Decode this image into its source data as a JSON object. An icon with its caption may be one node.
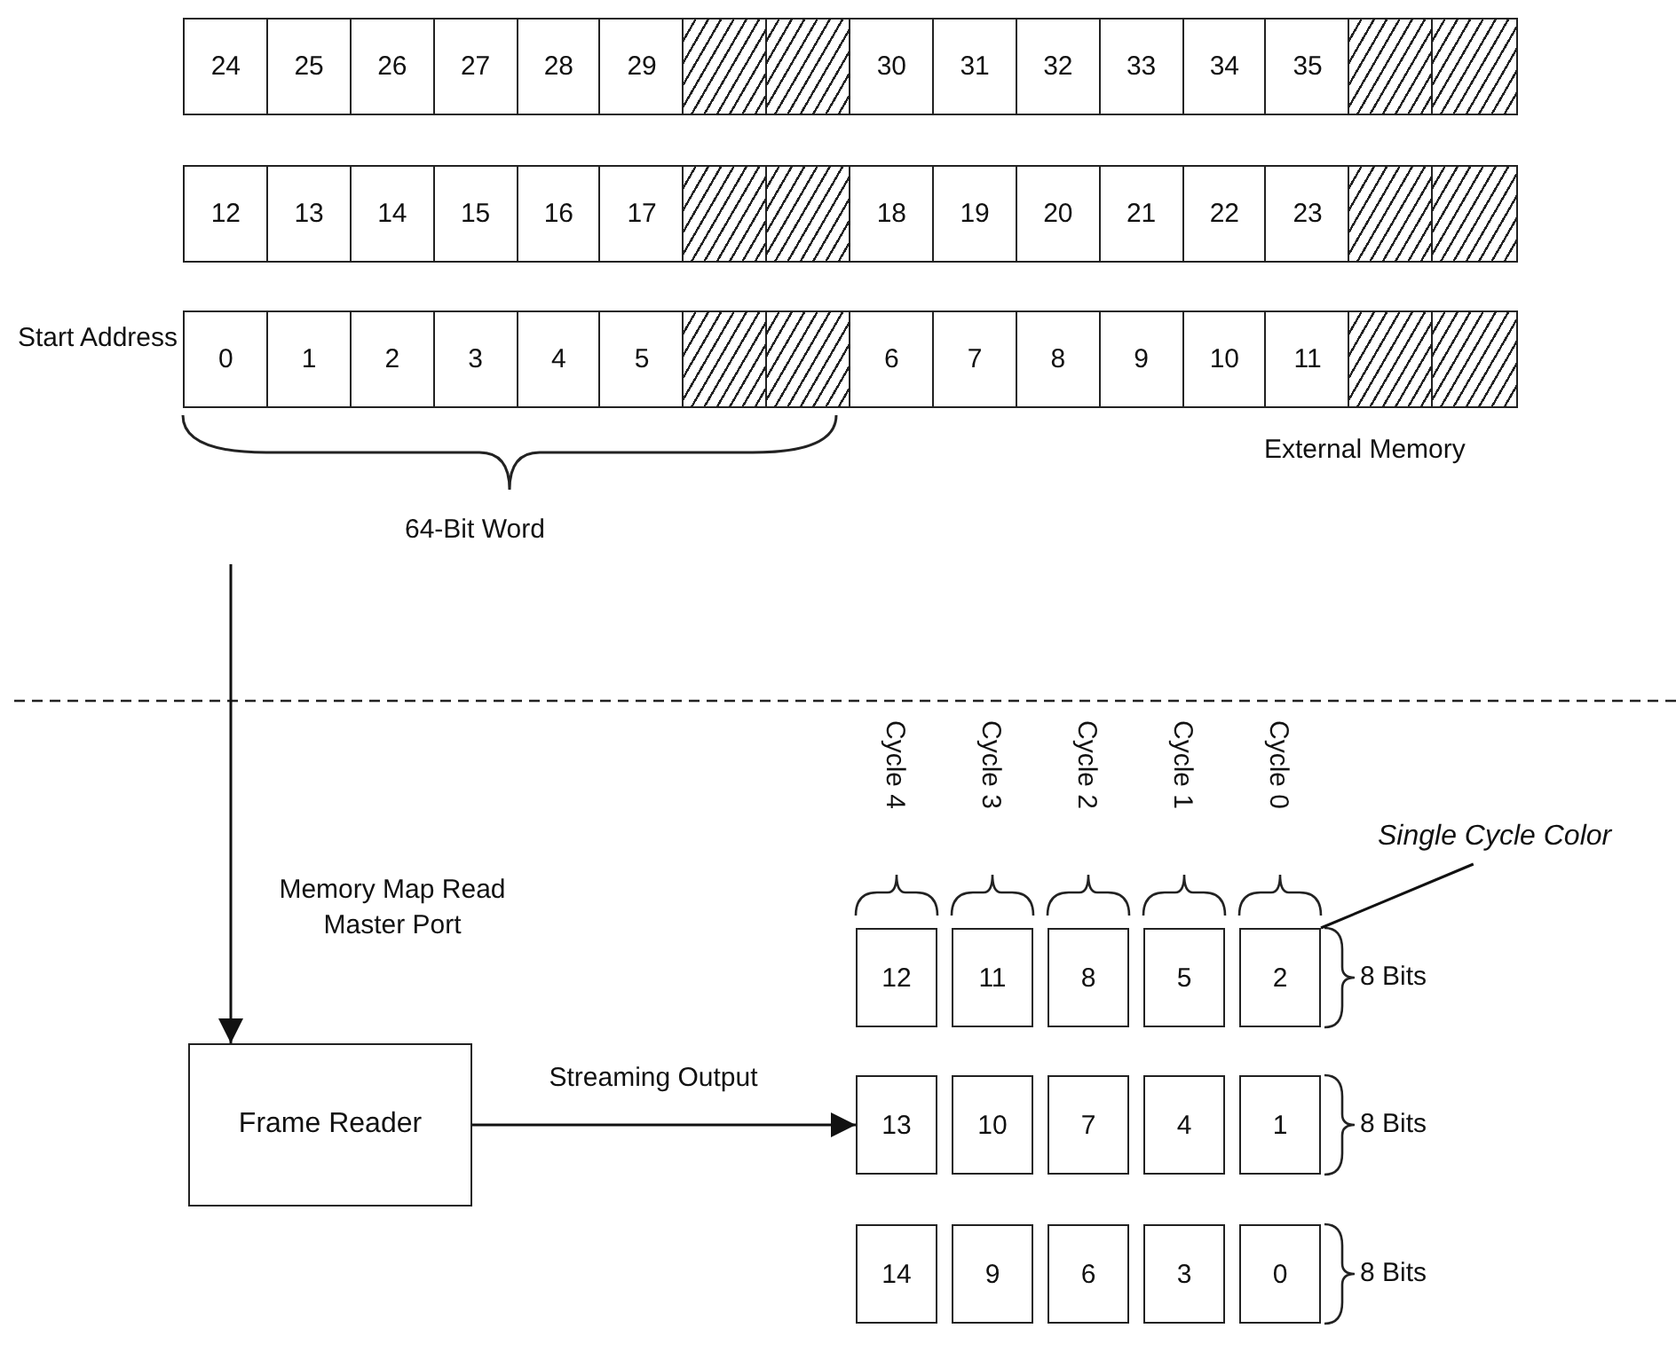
{
  "diagram": {
    "nodes": [
      {
        "text": [
          "24"
        ]
      },
      {
        "text": [
          "25"
        ]
      },
      {
        "text": [
          "26"
        ]
      },
      {
        "text": [
          "27"
        ]
      },
      {
        "text": [
          "28"
        ]
      },
      {
        "text": [
          "29"
        ]
      },
      {
        "text": [],
        "shape": "box"
      },
      {
        "text": [],
        "shape": "box"
      },
      {
        "text": [
          "30"
        ]
      },
      {
        "text": [
          "31"
        ]
      },
      {
        "text": [
          "32"
        ]
      },
      {
        "text": [
          "33"
        ]
      },
      {
        "text": [
          "34"
        ]
      },
      {
        "text": [
          "35"
        ]
      },
      {
        "text": [],
        "shape": "box"
      },
      {
        "text": [],
        "shape": "box"
      },
      {
        "text": [
          "12"
        ]
      },
      {
        "text": [
          "13"
        ]
      },
      {
        "text": [
          "14"
        ]
      },
      {
        "text": [
          "15"
        ]
      },
      {
        "text": [
          "16"
        ]
      },
      {
        "text": [
          "17"
        ]
      },
      {
        "text": [],
        "shape": "box"
      },
      {
        "text": [],
        "shape": "box"
      },
      {
        "text": [
          "18"
        ]
      },
      {
        "text": [
          "19"
        ]
      },
      {
        "text": [
          "20"
        ]
      },
      {
        "text": [
          "21"
        ]
      },
      {
        "text": [
          "22"
        ]
      },
      {
        "text": [
          "23"
        ]
      },
      {
        "text": [],
        "shape": "box"
      },
      {
        "text": [],
        "shape": "box"
      },
      {
        "text": [
          "0"
        ]
      },
      {
        "text": [
          "1"
        ]
      },
      {
        "text": [
          "2"
        ]
      },
      {
        "text": [
          "3"
        ]
      },
      {
        "text": [
          "4"
        ]
      },
      {
        "text": [
          "5"
        ]
      },
      {
        "text": [],
        "shape": "box"
      },
      {
        "text": [],
        "shape": "box"
      },
      {
        "text": [
          "6"
        ]
      },
      {
        "text": [
          "7"
        ]
      },
      {
        "text": [
          "8"
        ]
      },
      {
        "text": [
          "9"
        ]
      },
      {
        "text": [
          "10"
        ]
      },
      {
        "text": [
          "11"
        ]
      },
      {
        "text": [],
        "shape": "box"
      },
      {
        "text": [],
        "shape": "box"
      },
      {
        "text": [
          "Frame Reader"
        ]
      },
      {
        "text": [
          "12"
        ]
      },
      {
        "text": [
          "11"
        ]
      },
      {
        "text": [
          "8"
        ]
      },
      {
        "text": [
          "5"
        ]
      },
      {
        "text": [
          "2"
        ]
      },
      {
        "text": [
          "13"
        ]
      },
      {
        "text": [
          "10"
        ]
      },
      {
        "text": [
          "7"
        ]
      },
      {
        "text": [
          "4"
        ]
      },
      {
        "text": [
          "1"
        ]
      },
      {
        "text": [
          "14"
        ]
      },
      {
        "text": [
          "9"
        ]
      },
      {
        "text": [
          "6"
        ]
      },
      {
        "text": [
          "3"
        ]
      },
      {
        "text": [
          "0"
        ]
      },
      {
        "text": [
          "Single Cycle Color"
        ]
      }
    ],
    "edges": [
      {
        "from": null,
        "to": 48,
        "arrow": "to",
        "label": "Memory Map Read Master Port"
      },
      {
        "from": 48,
        "to": 54,
        "arrow": "to",
        "label": "Streaming Output"
      },
      {
        "from": 64,
        "to": 53,
        "arrow": "none"
      }
    ],
    "labels": [
      "Start Address",
      "External Memory",
      "64-Bit Word",
      "Cycle 4",
      "Cycle 3",
      "Cycle 2",
      "Cycle 1",
      "Cycle 0",
      "8 Bits",
      "8 Bits",
      "8 Bits"
    ]
  }
}
